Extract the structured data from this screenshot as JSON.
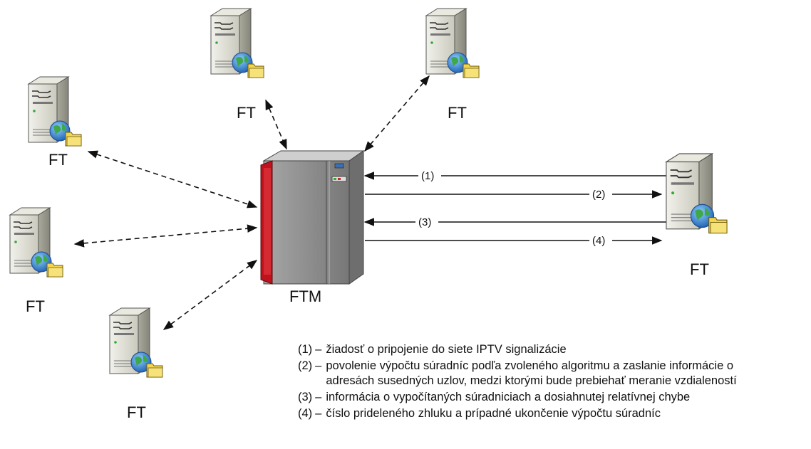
{
  "nodes": {
    "ft_top_center": "FT",
    "ft_top_right": "FT",
    "ft_left_top": "FT",
    "ft_left_middle": "FT",
    "ft_bottom_left": "FT",
    "ft_right": "FT",
    "ftm": "FTM"
  },
  "arrows": {
    "a1": "(1)",
    "a2": "(2)",
    "a3": "(3)",
    "a4": "(4)"
  },
  "legend": [
    {
      "num": "(1)",
      "text": "žiadosť o pripojenie do siete IPTV signalizácie"
    },
    {
      "num": "(2)",
      "text": "povolenie výpočtu súradníc podľa zvoleného algoritmu a zaslanie informácie o adresách susedných uzlov, medzi ktorými bude prebiehať meranie vzdialeností"
    },
    {
      "num": "(3)",
      "text": "informácia o vypočítaných súradniciach a dosiahnutej relatívnej chybe"
    },
    {
      "num": "(4)",
      "text": "číslo prideleného zhluku a prípadné ukončenie výpočtu súradníc"
    }
  ],
  "colors": {
    "server_body": "#d9d9cf",
    "ftm_body": "#8c8c8c",
    "ftm_accent": "#c0121c",
    "globe": "#2a7fd6",
    "folder": "#f2d44e"
  },
  "icons": {
    "ft": "server-globe-icon",
    "ftm": "mainframe-icon"
  }
}
